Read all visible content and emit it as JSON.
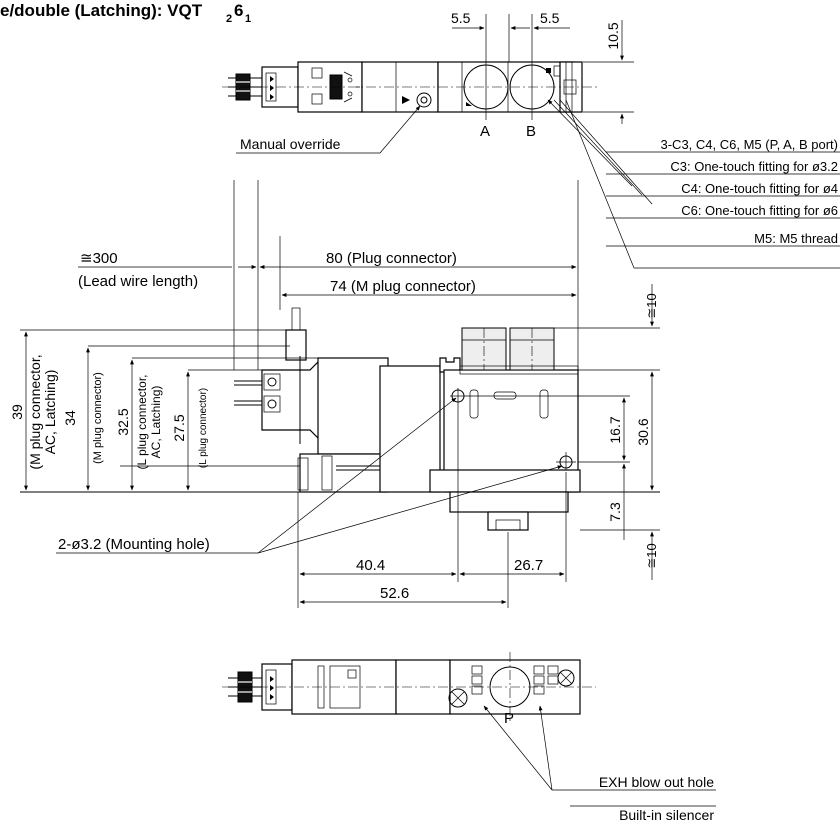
{
  "title": {
    "text": "e/double (Latching): VQT",
    "sub1": "2",
    "mid": "6",
    "sub2": "1"
  },
  "top_view": {
    "dims": {
      "left_pitch": "5.5",
      "right_pitch": "5.5",
      "height": "10.5"
    },
    "port_labels": {
      "a": "A",
      "b": "B"
    },
    "manual_override_label": "Manual override",
    "port_note": {
      "heading": "3-C3, C4, C6, M5 (P, A, B port)",
      "options": [
        "C3: One-touch fitting for ø3.2",
        "C4: One-touch fitting for ø4",
        "C6: One-touch fitting for ø6",
        "M5: M5 thread"
      ]
    }
  },
  "front_view": {
    "lead_wire": {
      "value": "≅300",
      "label": "(Lead wire length)"
    },
    "plug_connector_dim": "80 (Plug connector)",
    "m_plug_connector_dim": "74 (M plug connector)",
    "dim_39": {
      "value": "39",
      "line1": "(M plug connector,",
      "line2": "AC, Latching)"
    },
    "dim_34": {
      "value": "34",
      "label": "(M plug connector)"
    },
    "dim_32_5": {
      "value": "32.5",
      "line1": "(L plug connector,",
      "line2": "AC, Latching)"
    },
    "dim_27_5": {
      "value": "27.5",
      "label": "(L plug connector)"
    },
    "right_dims": {
      "top_clear": "≅10",
      "d16_7": "16.7",
      "d30_6": "30.6",
      "d7_3": "7.3",
      "bottom_clear": "≅10"
    },
    "mounting_hole_label": "2-ø3.2 (Mounting hole)",
    "bottom_dims": {
      "d40_4": "40.4",
      "d26_7": "26.7",
      "d52_6": "52.6"
    }
  },
  "bottom_view": {
    "port_p": "P",
    "exh_label": "EXH blow out hole",
    "silencer_label": "Built-in silencer"
  }
}
